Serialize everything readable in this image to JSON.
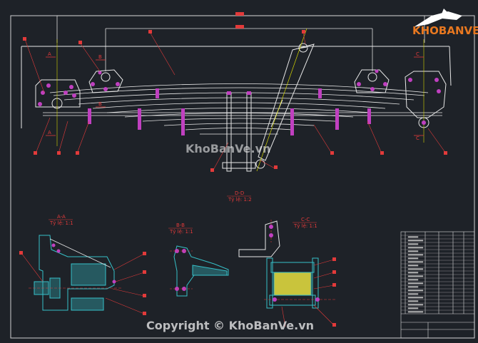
{
  "watermark": {
    "center": "KhoBanVe.vn",
    "footer": "Copyright © KhoBanVe.vn",
    "logo": "KHOBANVE"
  },
  "sections": [
    {
      "title": "D-D",
      "scale": "Tỷ lệ: 1:2"
    },
    {
      "title": "A-A",
      "scale": "Tỷ lệ: 1:1"
    },
    {
      "title": "B-B",
      "scale": "Tỷ lệ: 1:1"
    },
    {
      "title": "C-C",
      "scale": "Tỷ lệ: 1:1"
    }
  ],
  "cut_marks": [
    "A",
    "A",
    "B",
    "B",
    "C",
    "C"
  ],
  "colors": {
    "background": "#1e2228",
    "line": "#e8e8e8",
    "dimension": "#e23a3a",
    "highlight": "#c040c0",
    "section": "#36c0c8",
    "fill_yellow": "#e8e040",
    "logo_orange": "#e87820"
  }
}
